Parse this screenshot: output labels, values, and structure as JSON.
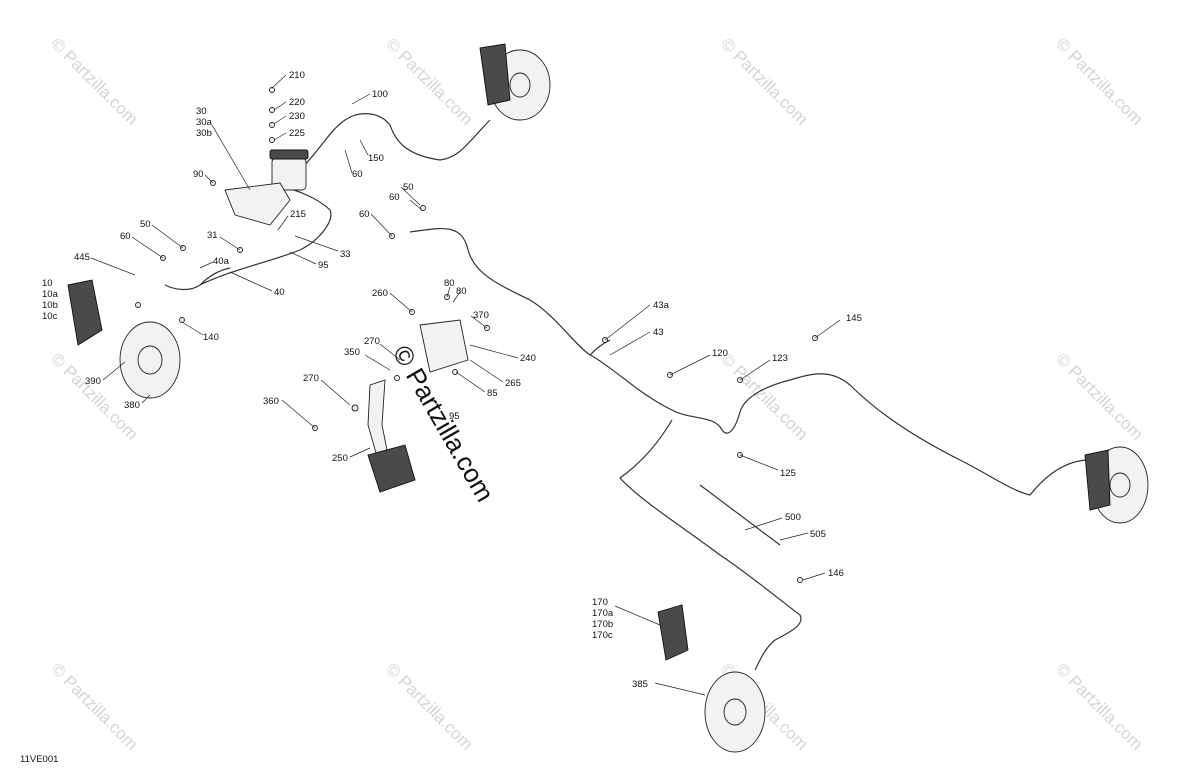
{
  "diagram_id": "11VE001",
  "watermark_text": "© Partzilla.com",
  "center_watermark_text": "© Partzilla.com",
  "callouts": {
    "c210": "210",
    "c220": "220",
    "c230": "230",
    "c225": "225",
    "c30": "30",
    "c30a": "30a",
    "c30b": "30b",
    "c100": "100",
    "c150": "150",
    "c90": "90",
    "c60a": "60",
    "c50a": "50",
    "c60b": "60",
    "c215": "215",
    "c31": "31",
    "c33": "33",
    "c95a": "95",
    "c50b": "50",
    "c60c": "60",
    "c445": "445",
    "c40a": "40a",
    "c40": "40",
    "c10": "10",
    "c10a": "10a",
    "c10b": "10b",
    "c10c": "10c",
    "c140": "140",
    "c390": "390",
    "c380": "380",
    "c260": "260",
    "c80a": "80",
    "c80b": "80",
    "c370": "370",
    "c270a": "270",
    "c350": "350",
    "c240": "240",
    "c265": "265",
    "c85": "85",
    "c270b": "270",
    "c360": "360",
    "c95b": "95",
    "c250": "250",
    "c43a": "43a",
    "c43": "43",
    "c145": "145",
    "c120": "120",
    "c123": "123",
    "c125": "125",
    "c500": "500",
    "c505": "505",
    "c146": "146",
    "c170": "170",
    "c170a": "170a",
    "c170b": "170b",
    "c170c": "170c",
    "c385": "385"
  },
  "colors": {
    "line": "#333333",
    "watermark": "#d4d4d4",
    "background": "#ffffff"
  }
}
